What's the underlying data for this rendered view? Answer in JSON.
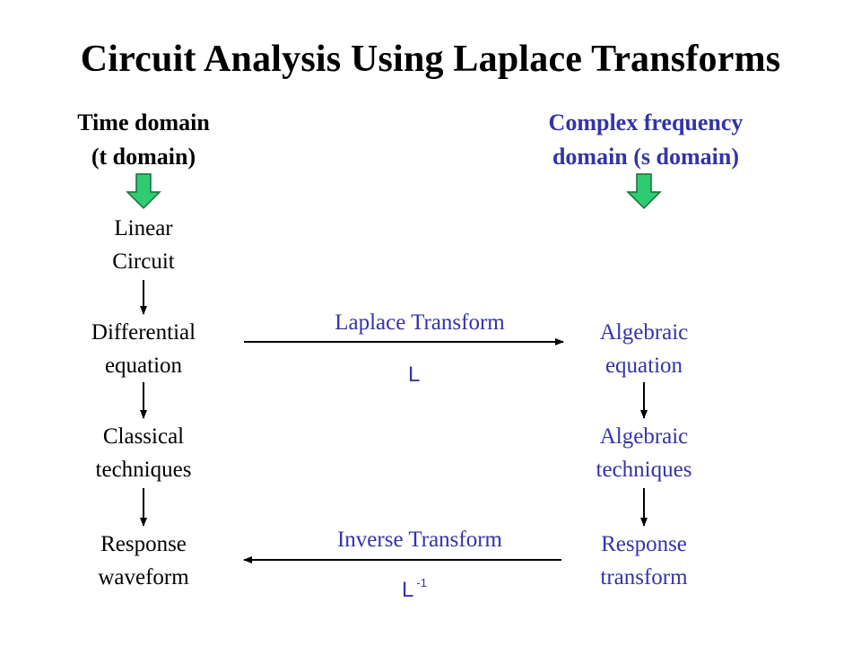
{
  "title": "Circuit Analysis Using Laplace Transforms",
  "left_header": {
    "line1": "Time domain",
    "line2": "(t domain)"
  },
  "right_header": {
    "line1": "Complex frequency",
    "line2": "domain (s domain)"
  },
  "left_nodes": [
    {
      "line1": "Linear",
      "line2": "Circuit"
    },
    {
      "line1": "Differential",
      "line2": "equation"
    },
    {
      "line1": "Classical",
      "line2": "techniques"
    },
    {
      "line1": "Response",
      "line2": "waveform"
    }
  ],
  "right_nodes": [
    {
      "line1": "Algebraic",
      "line2": "equation"
    },
    {
      "line1": "Algebraic",
      "line2": "techniques"
    },
    {
      "line1": "Response",
      "line2": "transform"
    }
  ],
  "forward": {
    "label": "Laplace Transform",
    "symbol": "L"
  },
  "inverse": {
    "label": "Inverse Transform",
    "symbol": "L",
    "superscript": "-1"
  },
  "colors": {
    "blue": "#3333aa",
    "green_arrow": "#2ecc71",
    "green_outline": "#1a6a3a"
  }
}
